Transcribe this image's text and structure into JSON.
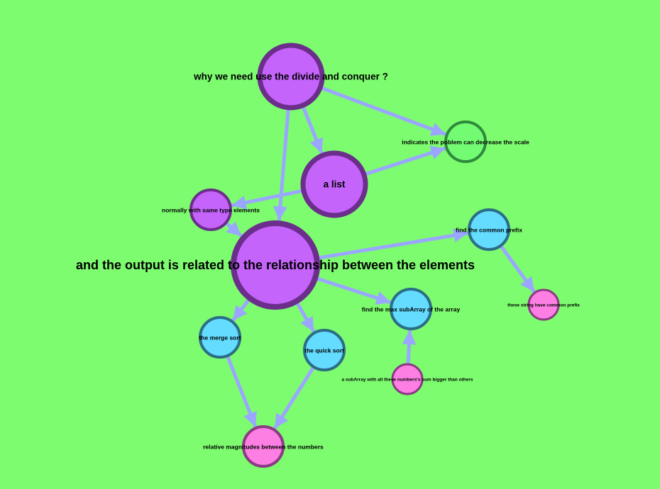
{
  "palette": {
    "background": "#7dfc6f",
    "edge": "#9aa6ff",
    "purple_fill": "#c464fb",
    "purple_stroke": "#6b2e8b",
    "blue_fill": "#63dcff",
    "blue_stroke": "#2b6e86",
    "green_fill": "#73fc73",
    "green_stroke": "#2f8a3c",
    "pink_fill": "#fd7fe3",
    "pink_stroke": "#8b3a83"
  },
  "nodes": [
    {
      "id": "why",
      "label": "why we need use the divide and conquer ?",
      "color": "purple"
    },
    {
      "id": "indicates",
      "label": "indicates the poblem can decrease the scale",
      "color": "green"
    },
    {
      "id": "alist",
      "label": "a list",
      "color": "purple"
    },
    {
      "id": "normally",
      "label": "normally with same type elements",
      "color": "purple"
    },
    {
      "id": "output",
      "label": "and the output is related to the relationship between the elements",
      "color": "purple"
    },
    {
      "id": "prefix",
      "label": "find the common prefix",
      "color": "blue"
    },
    {
      "id": "strings",
      "label": "these string have common prefix",
      "color": "pink"
    },
    {
      "id": "maxsub",
      "label": "find the max subArray of the array",
      "color": "blue"
    },
    {
      "id": "merge",
      "label": "the merge sort",
      "color": "blue"
    },
    {
      "id": "quick",
      "label": "the quick sort",
      "color": "blue"
    },
    {
      "id": "subarr",
      "label": "a subArray with all these numbers's sum bigger than others",
      "color": "pink"
    },
    {
      "id": "relative",
      "label": "relative magnitudes between the numbers",
      "color": "pink"
    }
  ],
  "edges": [
    {
      "from": "why",
      "to": "indicates"
    },
    {
      "from": "why",
      "to": "alist"
    },
    {
      "from": "why",
      "to": "output"
    },
    {
      "from": "alist",
      "to": "indicates"
    },
    {
      "from": "alist",
      "to": "normally"
    },
    {
      "from": "normally",
      "to": "output"
    },
    {
      "from": "output",
      "to": "prefix"
    },
    {
      "from": "output",
      "to": "maxsub"
    },
    {
      "from": "output",
      "to": "merge"
    },
    {
      "from": "output",
      "to": "quick"
    },
    {
      "from": "prefix",
      "to": "strings"
    },
    {
      "from": "subarr",
      "to": "maxsub"
    },
    {
      "from": "merge",
      "to": "relative"
    },
    {
      "from": "quick",
      "to": "relative"
    }
  ]
}
